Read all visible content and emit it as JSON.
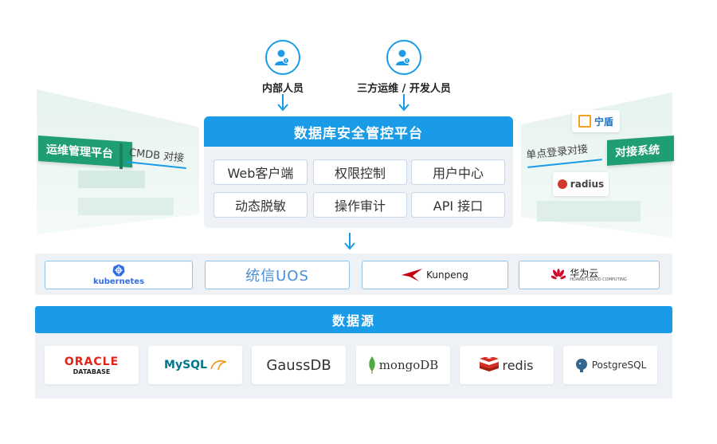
{
  "users": [
    {
      "label": "内部人员",
      "icon": "user-icon"
    },
    {
      "label": "三方运维 / 开发人员",
      "icon": "user-icon"
    }
  ],
  "left_panel": {
    "ribbon": "运维管理平台",
    "connector": "CMDB 对接"
  },
  "right_panel": {
    "ribbon": "对接系统",
    "connector": "单点登录对接",
    "logos": [
      "宁盾",
      "radius"
    ]
  },
  "platform": {
    "title": "数据库安全管控平台",
    "modules": [
      "Web客户端",
      "权限控制",
      "用户中心",
      "动态脱敏",
      "操作审计",
      "API 接口"
    ]
  },
  "infrastructure": [
    {
      "name": "kubernetes",
      "icon": "kubernetes-icon"
    },
    {
      "name": "统信UOS",
      "icon": "uos-logo"
    },
    {
      "name": "Kunpeng",
      "icon": "kunpeng-icon"
    },
    {
      "name": "华为云",
      "sub": "HUAWEI  CLOUD COMPUTING",
      "icon": "huawei-icon"
    }
  ],
  "datasource": {
    "title": "数据源",
    "databases": [
      {
        "name": "ORACLE",
        "sub": "DATABASE",
        "icon": "oracle-logo"
      },
      {
        "name": "MySQL",
        "icon": "mysql-logo"
      },
      {
        "name": "GaussDB",
        "icon": "gaussdb-logo"
      },
      {
        "name": "mongoDB",
        "icon": "mongodb-icon"
      },
      {
        "name": "redis",
        "icon": "redis-icon"
      },
      {
        "name": "PostgreSQL",
        "icon": "postgresql-icon"
      }
    ]
  },
  "colors": {
    "primary": "#1a9be8",
    "green": "#1f9e74",
    "oracle": "#e2231a",
    "redis": "#d82c20"
  }
}
